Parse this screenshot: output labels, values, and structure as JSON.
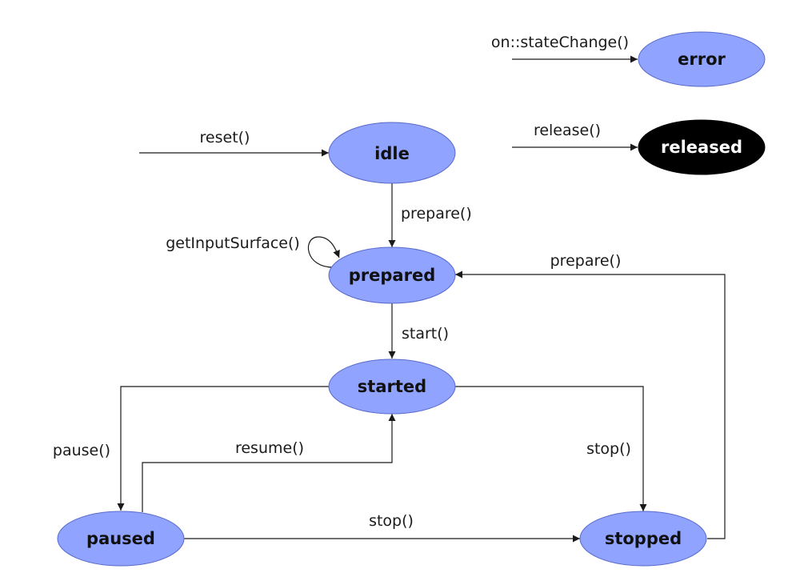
{
  "colors": {
    "state_fill": "#8fa3ff",
    "state_stroke": "#5a6acb",
    "terminal_fill": "#000000",
    "line": "#1a1a1a"
  },
  "states": {
    "error": "error",
    "released": "released",
    "idle": "idle",
    "prepared": "prepared",
    "started": "started",
    "paused": "paused",
    "stopped": "stopped"
  },
  "transitions": {
    "state_change": "on::stateChange()",
    "release": "release()",
    "reset": "reset()",
    "prepare_from_idle": "prepare()",
    "get_input_surface": "getInputSurface()",
    "prepare_from_stopped": "prepare()",
    "start": "start()",
    "pause": "pause()",
    "resume": "resume()",
    "stop_from_started": "stop()",
    "stop_from_paused": "stop()"
  }
}
